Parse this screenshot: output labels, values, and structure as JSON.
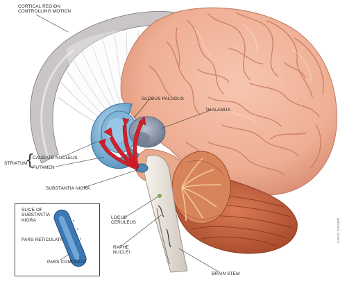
{
  "labels": {
    "cortical_region": [
      "CORTICAL REGION",
      "CONTROLLING MOTION"
    ],
    "globus_pallidus": "GLOBUS PALLIDUS",
    "thalamus": "THALAMUS",
    "striatum": "STRIATUM",
    "caudate_nucleus": "CAUDATE NUCLEUS",
    "putamen": "PUTAMEN",
    "substantia_nigra": "SUBSTANTIA NIGRA",
    "locus_ceruleus": [
      "LOCUS",
      "CERULEUS"
    ],
    "raphe_nuclei": [
      "RAPHE",
      "NUCLEI"
    ],
    "brain_stem": "BRAIN STEM"
  },
  "inset": {
    "title": [
      "SLICE OF",
      "SUBSTANTIA",
      "NIGRA"
    ],
    "pars_reticulata": "PARS RETICULATA",
    "pars_compacta": "PARS COMPACTA"
  },
  "credit": "CAROL DONNER",
  "colors": {
    "cortex": "#f2b39a",
    "cortex_shadow": "#d98e74",
    "cerebellum": "#c8623f",
    "striatum_blue": "#6fa9cf",
    "thalamus_gray": "#8e99ab",
    "dopamine_red": "#d4202a",
    "brainstem": "#e8e3dc"
  }
}
